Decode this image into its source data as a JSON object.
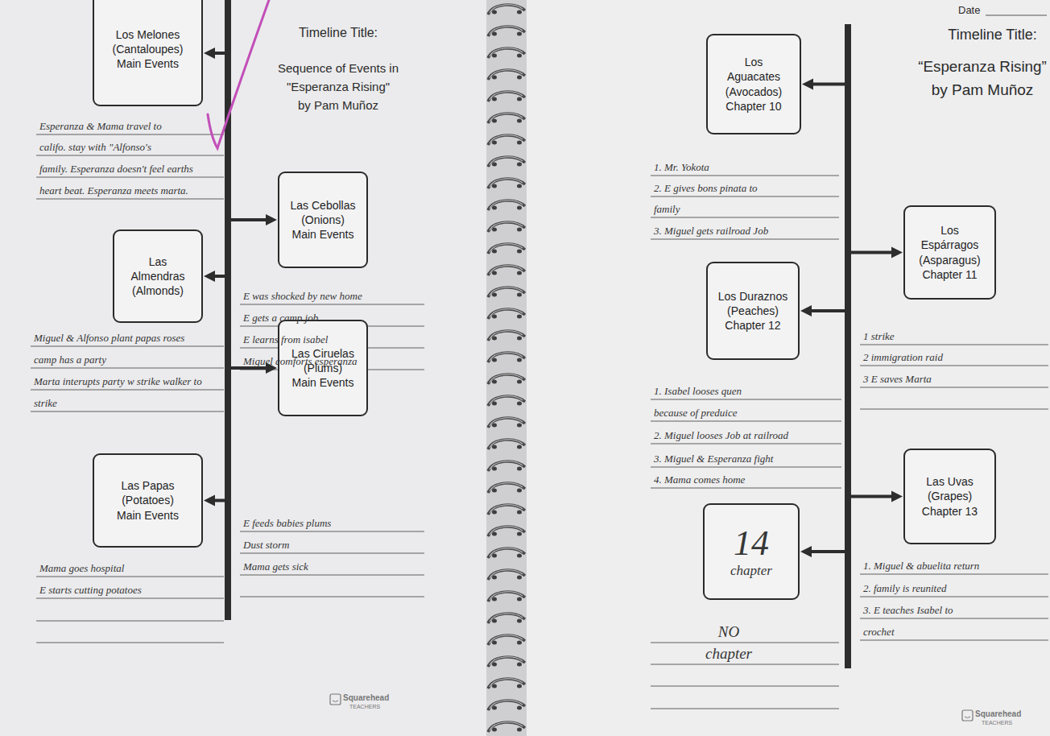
{
  "diagram": {
    "nodes": [
      {
        "text": [
          "Los Melones (Cantaloupes) Main Events"
        ]
      },
      {
        "text": [
          "Las Cebollas (Onions) Main Events"
        ]
      },
      {
        "text": [
          "Las Almendras (Almonds)"
        ]
      },
      {
        "text": [
          "Las Ciruelas (Plums) Main Events"
        ]
      },
      {
        "text": [
          "Las Papas (Potatoes) Main Events"
        ]
      },
      {
        "text": [
          "Los Aguacates (Avocados) Chapter 10"
        ]
      },
      {
        "text": [
          "Los Espárragos (Asparagus) Chapter 11"
        ]
      },
      {
        "text": [
          "Los Duraznos (Peaches) Chapter 12"
        ]
      },
      {
        "text": [
          "Las Uvas (Grapes) Chapter 13"
        ]
      },
      {
        "text": [
          "14",
          "chapter"
        ]
      }
    ],
    "labels": [
      "Timeline Title:",
      "Sequence of Events in",
      "\"Esperanza Rising\"",
      "by Pam Muñoz",
      "Esperanza & Mama travel to",
      "califo. stay with \"Alfonso's",
      "family. Esperanza doesn't feel earths",
      "heart beat. Esperanza meets marta.",
      "E was shocked by new home",
      "E gets a camp job",
      "E learns from isabel",
      "Miguel comforts esperanza",
      "Miguel & Alfonso plant papas roses",
      "camp has a party",
      "Marta interupts party w strike walker to",
      "strike",
      "E feeds babies plums",
      "Dust storm",
      "Mama gets sick",
      "Mama goes hospital",
      "E starts cutting potatoes",
      "Squarehead",
      "TEACHERS",
      "Date",
      "Timeline Title:",
      "“Esperanza Rising”",
      "by Pam Muñoz",
      "1. Mr. Yokota",
      "2. E gives bons pinata to",
      "family",
      "3. Miguel gets railroad Job",
      "1 strike",
      "2 immigration raid",
      "3 E saves Marta",
      "1. Isabel looses quen",
      "because of preduice",
      "2. Miguel looses Job at railroad",
      "3. Miguel & Esperanza fight",
      "4. Mama comes home",
      "1. Miguel & abuelita return",
      "2. family is reunited",
      "3. E teaches Isabel to",
      "crochet",
      "NO",
      "chapter",
      "Squarehead",
      "TEACHERS"
    ]
  }
}
